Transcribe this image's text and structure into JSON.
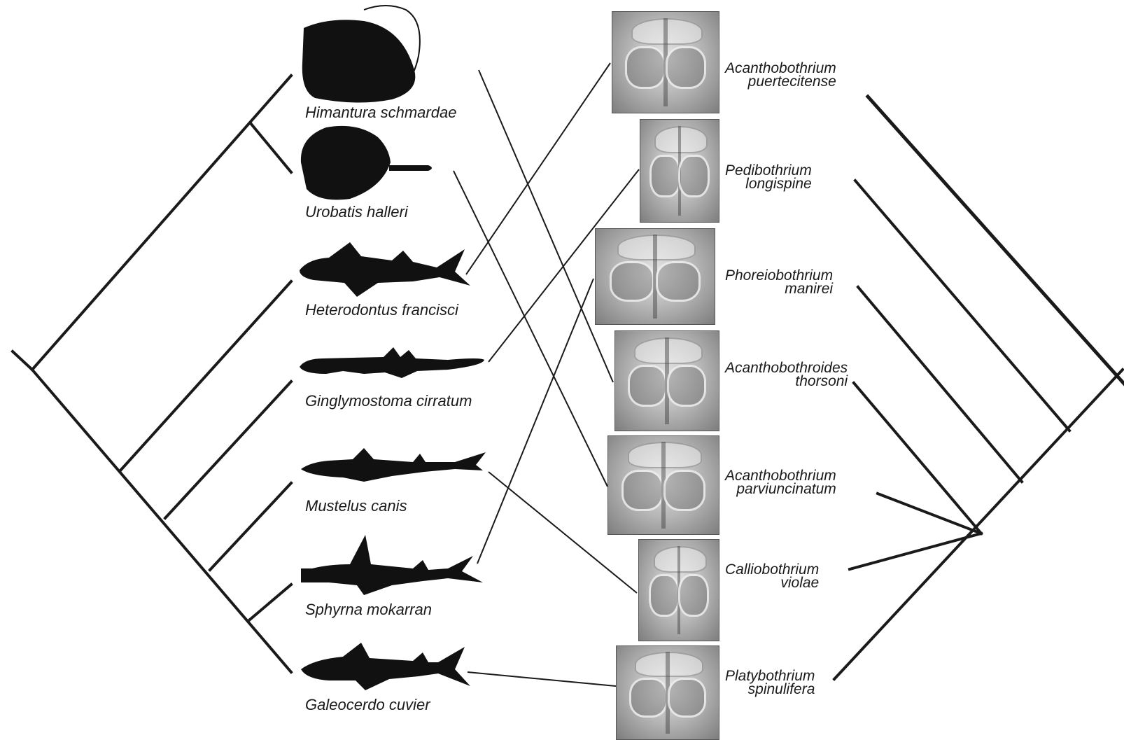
{
  "hosts": [
    {
      "name": "Himantura schmardae",
      "icon": "stingray-silhouette-icon"
    },
    {
      "name": "Urobatis halleri",
      "icon": "round-stingray-silhouette-icon"
    },
    {
      "name": "Heterodontus francisci",
      "icon": "horn-shark-silhouette-icon"
    },
    {
      "name": "Ginglymostoma cirratum",
      "icon": "nurse-shark-silhouette-icon"
    },
    {
      "name": "Mustelus canis",
      "icon": "smoothhound-shark-silhouette-icon"
    },
    {
      "name": "Sphyrna mokarran",
      "icon": "hammerhead-shark-silhouette-icon"
    },
    {
      "name": "Galeocerdo cuvier",
      "icon": "tiger-shark-silhouette-icon"
    }
  ],
  "parasites": [
    {
      "line1": "Acanthobothrium",
      "line2": "puertecitense"
    },
    {
      "line1": "Pedibothrium",
      "line2": "longispine"
    },
    {
      "line1": "Phoreiobothrium",
      "line2": "manirei"
    },
    {
      "line1": "Acanthobothroides",
      "line2": "thorsoni"
    },
    {
      "line1": "Acanthobothrium",
      "line2": "parviuncinatum"
    },
    {
      "line1": "Calliobothrium",
      "line2": "violae"
    },
    {
      "line1": "Platybothrium",
      "line2": "spinulifera"
    }
  ],
  "colors": {
    "ink": "#1a1a1a",
    "silhouette": "#111111"
  }
}
